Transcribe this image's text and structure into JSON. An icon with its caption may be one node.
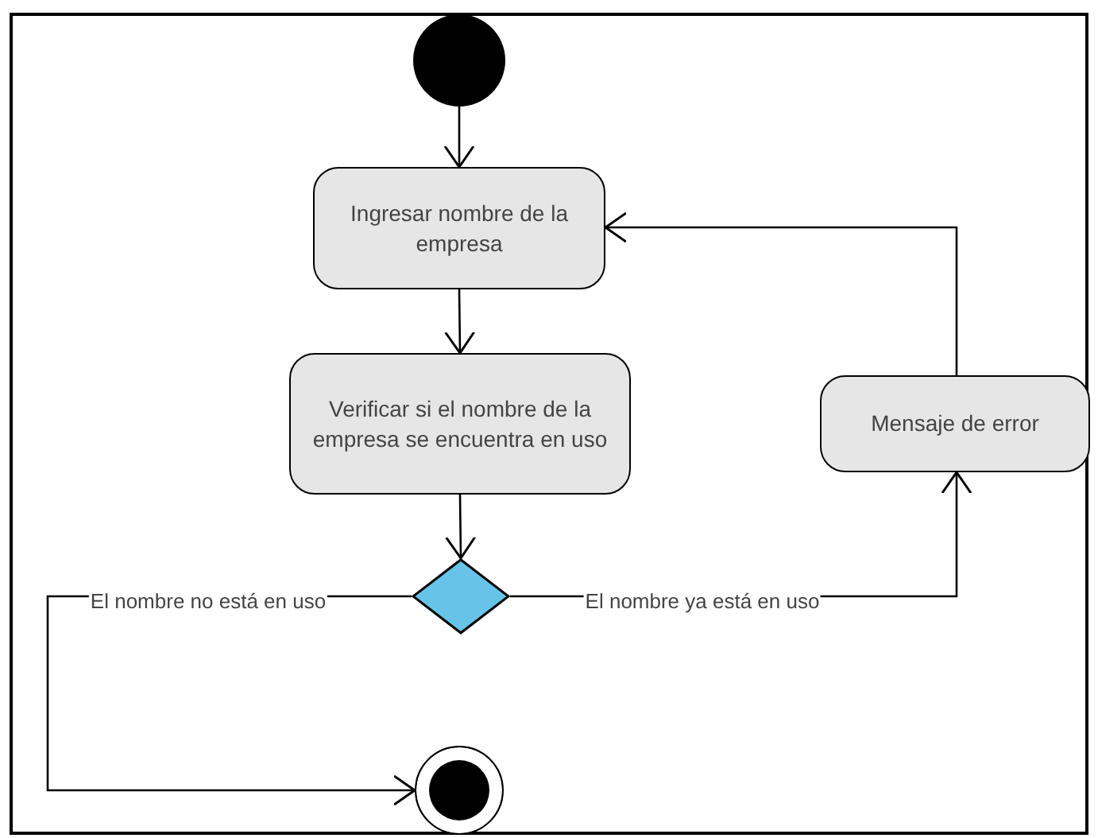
{
  "diagram": {
    "nodes": [
      {
        "text": [],
        "shape": "circle"
      },
      {
        "text": [
          "Ingresar nombre de la empresa"
        ]
      },
      {
        "text": [
          "Verificar si el nombre de la empresa se encuentra en uso"
        ]
      },
      {
        "text": [],
        "shape": "diamond"
      },
      {
        "text": [],
        "shape": "bullseye"
      },
      {
        "text": [
          "Mensaje de error"
        ]
      }
    ],
    "edges": [
      {
        "from": 0,
        "to": 1,
        "arrow": "to"
      },
      {
        "from": 1,
        "to": 2,
        "arrow": "to"
      },
      {
        "from": 2,
        "to": 3,
        "arrow": "to"
      },
      {
        "from": 3,
        "to": 4,
        "arrow": "to",
        "label": "El nombre no está en uso"
      },
      {
        "from": 3,
        "to": 5,
        "arrow": "to",
        "label": "El nombre ya está en uso"
      },
      {
        "from": 5,
        "to": 1,
        "arrow": "to"
      }
    ]
  }
}
